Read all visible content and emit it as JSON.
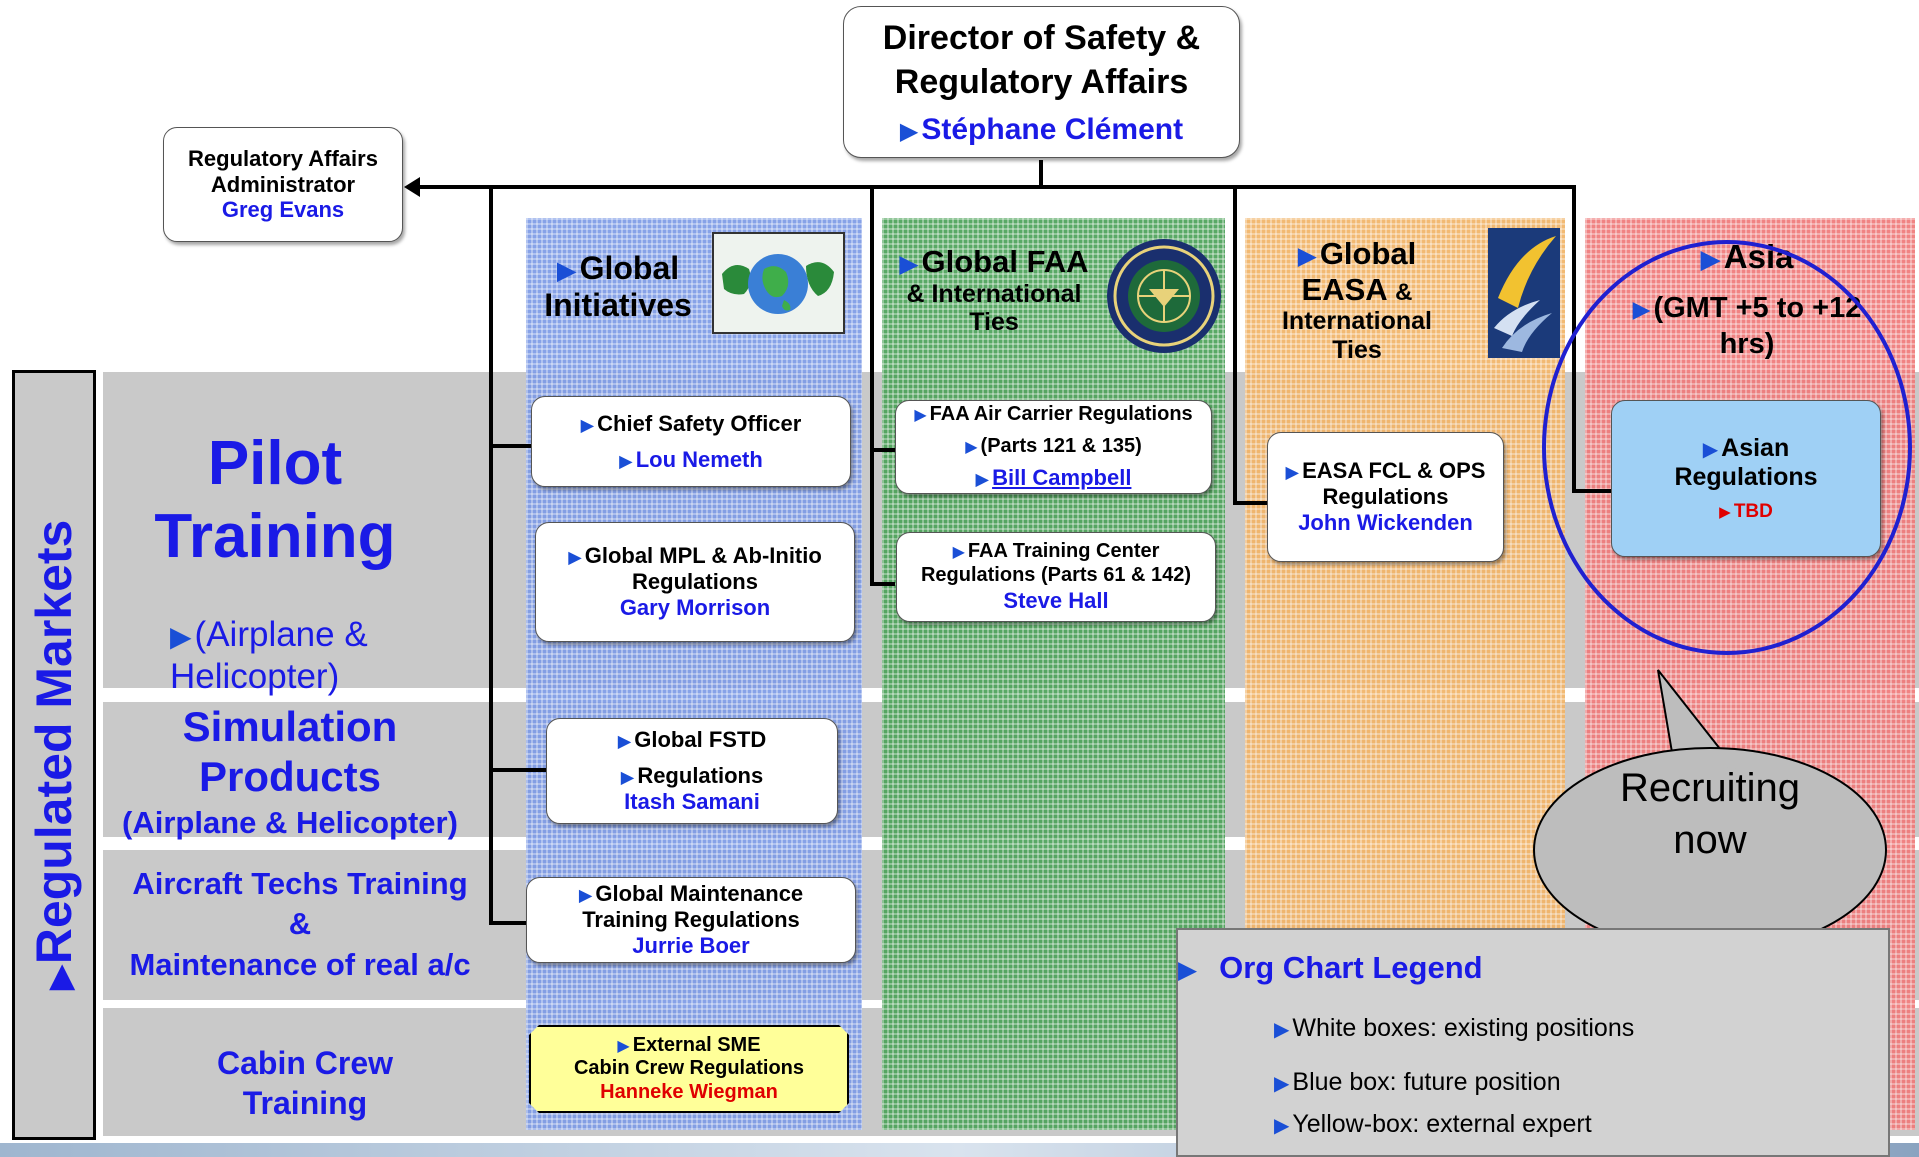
{
  "director": {
    "title": "Director of Safety & Regulatory Affairs",
    "name": "Stéphane Clément"
  },
  "administrator": {
    "title1": "Regulatory Affairs",
    "title2": "Administrator",
    "name": "Greg Evans"
  },
  "side_label": "Regulated Markets",
  "markets": {
    "pilot_title1": "Pilot",
    "pilot_title2": "Training",
    "pilot_sub": "(Airplane & Helicopter)",
    "sim_title1": "Simulation",
    "sim_title2": "Products",
    "sim_sub": "(Airplane & Helicopter)",
    "tech_line1": "Aircraft Techs Training",
    "tech_line2": "&",
    "tech_line3": "Maintenance of real a/c",
    "cabin_line1": "Cabin Crew",
    "cabin_line2": "Training"
  },
  "columns": {
    "global_line1": "Global",
    "global_line2": "Initiatives",
    "faa_line1": "Global FAA",
    "faa_line2": "& International",
    "faa_line3": "Ties",
    "easa_line1": "Global",
    "easa_line2": "EASA",
    "easa_amp": "&",
    "easa_line3": "International",
    "easa_line4": "Ties",
    "asia_line1": "Asia",
    "asia_line2": "(GMT +5 to +12 hrs)"
  },
  "boxes": {
    "cso_title": "Chief Safety Officer",
    "cso_name": "Lou Nemeth",
    "mpl_title": "Global MPL & Ab-Initio Regulations",
    "mpl_name": "Gary Morrison",
    "fstd_title": "Global FSTD",
    "fstd_title2": "Regulations",
    "fstd_name": "Itash Samani",
    "maint_title": "Global  Maintenance Training Regulations",
    "maint_name": "Jurrie Boer",
    "sme_title1": "External SME",
    "sme_title2": "Cabin Crew Regulations",
    "sme_name": "Hanneke Wiegman",
    "faa_ac_title": "FAA Air Carrier Regulations",
    "faa_ac_parts": "(Parts 121 & 135)",
    "faa_ac_name": "Bill Campbell",
    "faa_tc_title1": "FAA Training Center",
    "faa_tc_title2": "Regulations (Parts 61 & 142)",
    "faa_tc_name": "Steve Hall",
    "easa_title1": "EASA FCL & OPS",
    "easa_title2": "Regulations",
    "easa_name": "John Wickenden",
    "asia_title1": "Asian",
    "asia_title2": "Regulations",
    "asia_name": "TBD"
  },
  "callout": {
    "line1": "Recruiting",
    "line2": "now"
  },
  "legend": {
    "title": "Org Chart Legend",
    "items": [
      "White boxes: existing positions",
      "Blue box: future position",
      "Yellow-box: external expert"
    ]
  },
  "colors": {
    "blue_col": "#7e9be6",
    "green_col": "#4da35a",
    "orange_col": "#f2b468",
    "red_col": "#ef7a7a",
    "name_blue": "#1a1ae6"
  }
}
